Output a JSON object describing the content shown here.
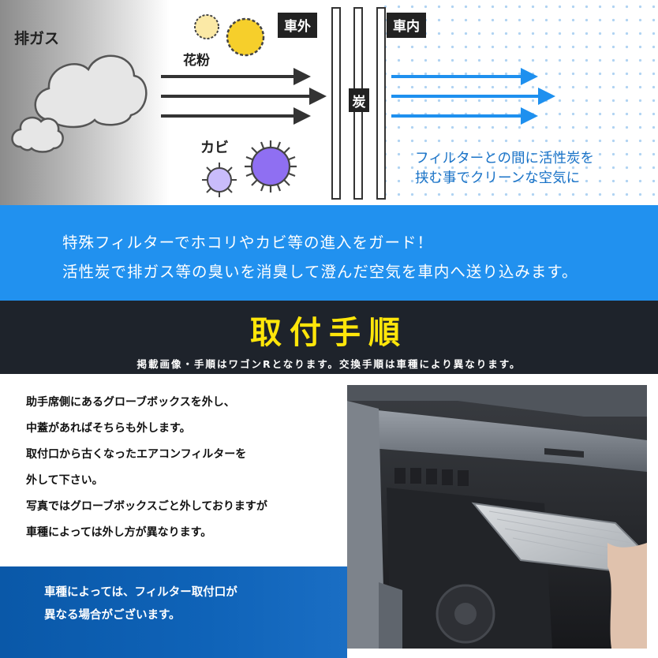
{
  "diagram": {
    "exhaust_label": "排ガス",
    "pollen_label": "花粉",
    "mold_label": "カビ",
    "outside_label": "車外",
    "inside_label": "車内",
    "charcoal_label": "炭",
    "caption_line1": "フィルターとの間に活性炭を",
    "caption_line2": "挟む事でクリーンな空気に",
    "colors": {
      "arrow_dark": "#333333",
      "arrow_blue": "#1e90ef",
      "pollen": "#f6cf2b",
      "mold": "#8f6ff2"
    },
    "icons": [
      "cloud-icon",
      "pollen-icon",
      "mold-spore-icon",
      "arrow-right-icon"
    ]
  },
  "description": {
    "line1": "特殊フィルターでホコリやカビ等の進入をガード！",
    "line2": "活性炭で排ガス等の臭いを消臭して澄んだ空気を車内へ送り込みます。",
    "background": "#2191ef"
  },
  "install": {
    "title": "取付手順",
    "subtitle": "掲載画像・手順はワゴンRとなります。交換手順は車種により異なります。",
    "title_color": "#ffe60a",
    "steps": [
      "助手席側にあるグローブボックスを外し、",
      "中蓋があればそちらも外します。",
      "取付口から古くなったエアコンフィルターを",
      "外して下さい。",
      "写真ではグローブボックスごと外しておりますが",
      "車種によっては外し方が異なります。"
    ],
    "note_line1": "車種によっては、フィルター取付口が",
    "note_line2": "異なる場合がございます。"
  }
}
